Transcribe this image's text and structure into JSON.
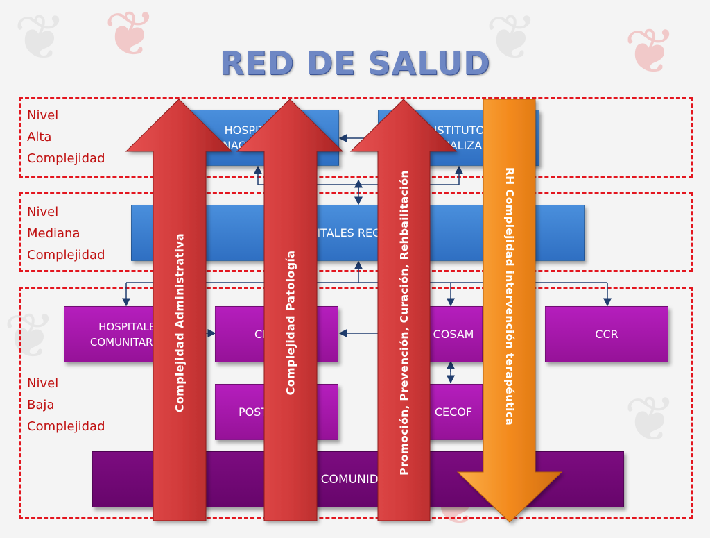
{
  "title": "RED DE SALUD",
  "levels": {
    "alta": "Nivel\nAlta\nComplejidad",
    "mediana": "Nivel\nMediana\nComplejidad",
    "baja": "Nivel\nBaja\nComplejidad"
  },
  "boxes": {
    "hospitales_nacionales": "HOSPITALES\nNACIONALES",
    "institutos": "INSTITUTOS\nESPECIALIZADOS",
    "hospitales_regionales": "HOSPITALES REGIONALES",
    "hospitales_comunitarios": "HOSPITALES\nCOMUNITARIOS",
    "cesfam": "CESFAM",
    "cosam": "COSAM",
    "ccr": "CCR",
    "posta_rural": "POSTA RURAL",
    "cecof": "CECOF",
    "comunidad": "COMUNIDAD"
  },
  "arrows": {
    "administrativa": "Complejidad Administrativa",
    "patologia": "Complejidad Patología",
    "promocion": "Promoción, Prevención, Curación, Rehbailitación",
    "rh": "RH Complejidad intervención terapéutica"
  },
  "colors": {
    "zone_border": "#e3161f",
    "blue_box": "#2f6fc2",
    "magenta_box": "#a318ac",
    "purple_box": "#700873",
    "red_arrow": "#d23b3b",
    "orange_arrow": "#f38a1d"
  }
}
